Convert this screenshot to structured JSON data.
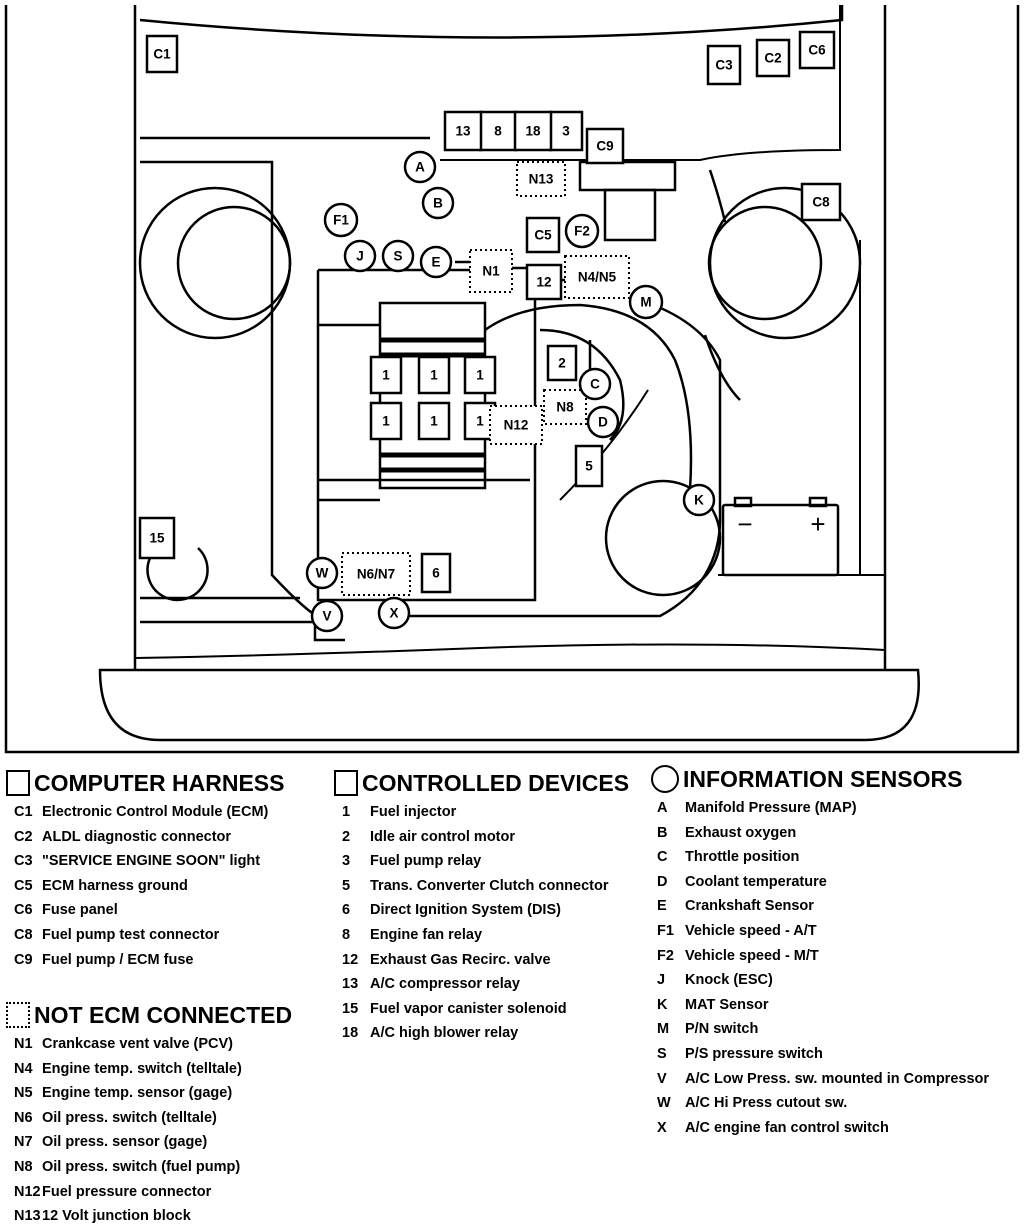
{
  "diagram": {
    "computer_harness": [
      "C1",
      "C2",
      "C3",
      "C5",
      "C6",
      "C8",
      "C9"
    ],
    "controlled_devices": [
      "1",
      "2",
      "3",
      "5",
      "6",
      "8",
      "12",
      "13",
      "15",
      "18"
    ],
    "not_ecm_connected": [
      "N1",
      "N4/N5",
      "N6/N7",
      "N8",
      "N12",
      "N13"
    ],
    "information_sensors": [
      "A",
      "B",
      "C",
      "D",
      "E",
      "F1",
      "F2",
      "J",
      "K",
      "M",
      "S",
      "V",
      "W",
      "X"
    ],
    "battery": {
      "minus": "−",
      "plus": "+"
    }
  },
  "legend": {
    "computer_harness": {
      "title": "COMPUTER HARNESS",
      "items": [
        {
          "code": "C1",
          "label": "Electronic Control Module (ECM)"
        },
        {
          "code": "C2",
          "label": "ALDL diagnostic connector"
        },
        {
          "code": "C3",
          "label": "\"SERVICE ENGINE SOON\" light"
        },
        {
          "code": "C5",
          "label": "ECM harness ground"
        },
        {
          "code": "C6",
          "label": "Fuse panel"
        },
        {
          "code": "C8",
          "label": "Fuel pump test connector"
        },
        {
          "code": "C9",
          "label": "Fuel pump / ECM fuse"
        }
      ]
    },
    "not_ecm_connected": {
      "title": "NOT ECM CONNECTED",
      "items": [
        {
          "code": "N1",
          "label": "Crankcase vent valve (PCV)"
        },
        {
          "code": "N4",
          "label": "Engine temp. switch (telltale)"
        },
        {
          "code": "N5",
          "label": "Engine temp. sensor (gage)"
        },
        {
          "code": "N6",
          "label": "Oil press. switch (telltale)"
        },
        {
          "code": "N7",
          "label": "Oil press. sensor (gage)"
        },
        {
          "code": "N8",
          "label": "Oil press. switch (fuel pump)"
        },
        {
          "code": "N12",
          "label": "Fuel pressure connector"
        },
        {
          "code": "N13",
          "label": "12 Volt junction block"
        }
      ]
    },
    "controlled_devices": {
      "title": "CONTROLLED DEVICES",
      "items": [
        {
          "code": "1",
          "label": "Fuel injector"
        },
        {
          "code": "2",
          "label": "Idle air control motor"
        },
        {
          "code": "3",
          "label": "Fuel pump relay"
        },
        {
          "code": "5",
          "label": "Trans. Converter Clutch connector"
        },
        {
          "code": "6",
          "label": "Direct Ignition System (DIS)"
        },
        {
          "code": "8",
          "label": "Engine fan relay"
        },
        {
          "code": "12",
          "label": "Exhaust Gas Recirc. valve"
        },
        {
          "code": "13",
          "label": "A/C compressor relay"
        },
        {
          "code": "15",
          "label": "Fuel vapor canister solenoid"
        },
        {
          "code": "18",
          "label": "A/C high blower relay"
        }
      ]
    },
    "information_sensors": {
      "title": "INFORMATION SENSORS",
      "items": [
        {
          "code": "A",
          "label": "Manifold Pressure (MAP)"
        },
        {
          "code": "B",
          "label": "Exhaust oxygen"
        },
        {
          "code": "C",
          "label": "Throttle position"
        },
        {
          "code": "D",
          "label": "Coolant temperature"
        },
        {
          "code": "E",
          "label": "Crankshaft Sensor"
        },
        {
          "code": "F1",
          "label": "Vehicle speed - A/T"
        },
        {
          "code": "F2",
          "label": "Vehicle speed - M/T"
        },
        {
          "code": "J",
          "label": "Knock (ESC)"
        },
        {
          "code": "K",
          "label": "MAT Sensor"
        },
        {
          "code": "M",
          "label": "P/N switch"
        },
        {
          "code": "S",
          "label": "P/S pressure switch"
        },
        {
          "code": "V",
          "label": "A/C Low Press. sw. mounted in Compressor"
        },
        {
          "code": "W",
          "label": "A/C Hi Press cutout sw."
        },
        {
          "code": "X",
          "label": "A/C engine fan control switch"
        }
      ]
    }
  }
}
